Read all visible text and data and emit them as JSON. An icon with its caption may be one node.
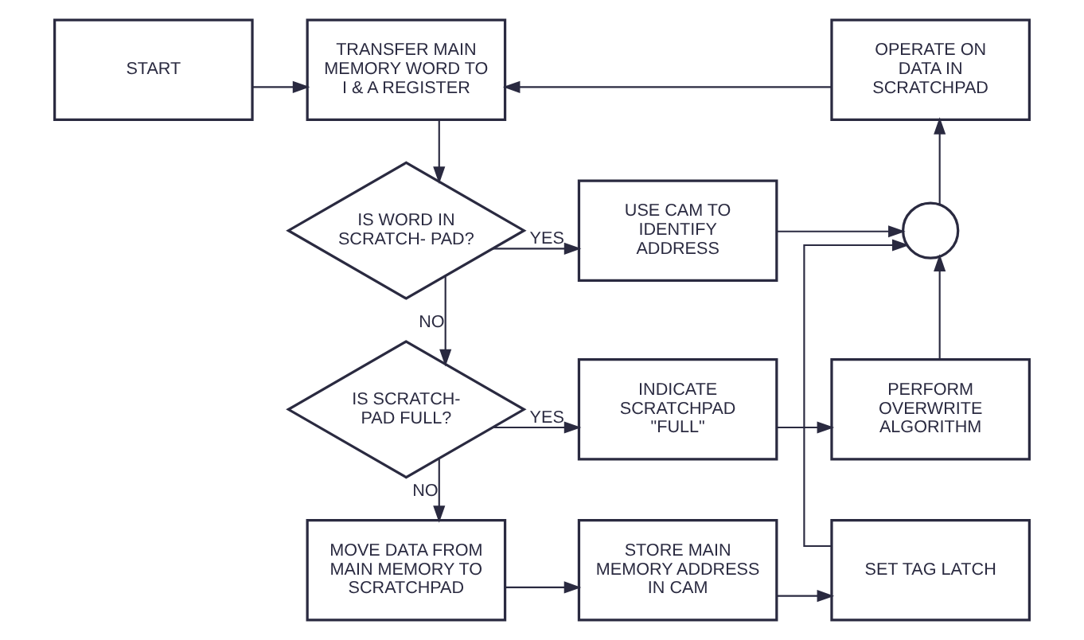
{
  "diagram": {
    "nodes": [
      {
        "text": [
          "START"
        ]
      },
      {
        "text": [
          "TRANSFER MAIN MEMORY WORD TO I & A REGISTER"
        ]
      },
      {
        "text": [
          "OPERATE ON DATA IN SCRATCHPAD"
        ]
      },
      {
        "text": [
          "IS WORD IN SCRATCH- PAD?"
        ]
      },
      {
        "text": [
          "USE CAM TO IDENTIFY ADDRESS"
        ]
      },
      {
        "text": [],
        "shape": "circle"
      },
      {
        "text": [
          "IS SCRATCH- PAD FULL?"
        ]
      },
      {
        "text": [
          "INDICATE SCRATCHPAD \"FULL\""
        ]
      },
      {
        "text": [
          "PERFORM OVERWRITE ALGORITHM"
        ]
      },
      {
        "text": [
          "MOVE DATA FROM MAIN MEMORY TO SCRATCHPAD"
        ]
      },
      {
        "text": [
          "STORE MAIN MEMORY ADDRESS IN CAM"
        ]
      },
      {
        "text": [
          "SET TAG LATCH"
        ]
      }
    ],
    "edges": [
      {
        "from": 0,
        "to": 1,
        "arrow": "to"
      },
      {
        "from": 2,
        "to": 1,
        "arrow": "to"
      },
      {
        "from": 1,
        "to": 3,
        "arrow": "to"
      },
      {
        "from": 3,
        "to": 4,
        "label": "YES",
        "arrow": "to"
      },
      {
        "from": 4,
        "to": 5,
        "arrow": "to"
      },
      {
        "from": 5,
        "to": 2,
        "arrow": "to"
      },
      {
        "from": 11,
        "to": 5,
        "arrow": "to"
      },
      {
        "from": 8,
        "to": 5,
        "arrow": "to"
      },
      {
        "from": 3,
        "to": 6,
        "label": "NO",
        "arrow": "to"
      },
      {
        "from": 6,
        "to": 7,
        "label": "YES",
        "arrow": "to"
      },
      {
        "from": 7,
        "to": 8,
        "arrow": "to"
      },
      {
        "from": 6,
        "to": 9,
        "label": "NO",
        "arrow": "to"
      },
      {
        "from": 9,
        "to": 10,
        "arrow": "to"
      },
      {
        "from": 10,
        "to": 11,
        "arrow": "to"
      }
    ]
  }
}
